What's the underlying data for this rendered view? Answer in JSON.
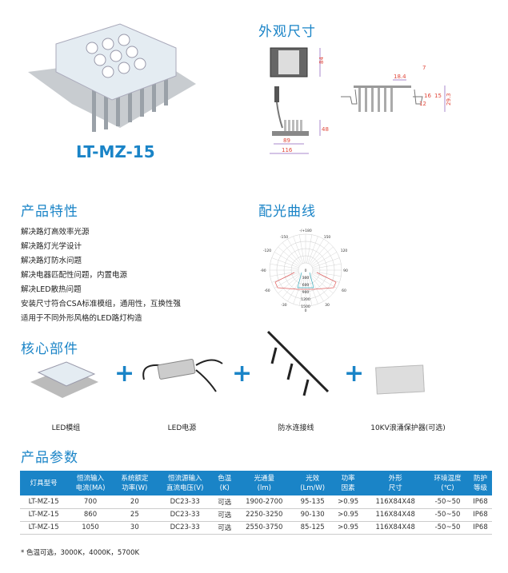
{
  "product": {
    "model_title": "LT-MZ-15"
  },
  "sections": {
    "dimensions": "外观尺寸",
    "features": "产品特性",
    "light_curve": "配光曲线",
    "core_parts": "核心部件",
    "params": "产品参数"
  },
  "dimensions": {
    "top_height": "84",
    "side_height": "48",
    "inner_width": "89",
    "outer_width": "116",
    "d_18_4": "18.4",
    "d_7": "7",
    "d_16": "16",
    "d_15": "15",
    "d_29_3": "29.3",
    "d_12": "12"
  },
  "features": [
    "解决路灯高效率光源",
    "解决路灯光学设计",
    "解决路灯防水问题",
    "解决电器匹配性问题，内置电源",
    "解决LED散热问题",
    "安装尺寸符合CSA标准模组，通用性，互换性强",
    "适用于不同外形风格的LED路灯构造"
  ],
  "polar": {
    "angles": [
      "-/+180",
      "-150",
      "150",
      "-120",
      "120",
      "-90",
      "90",
      "-60",
      "60",
      "-30",
      "30",
      "0"
    ],
    "radii": [
      "0",
      "300",
      "600",
      "900",
      "1200",
      "1500"
    ]
  },
  "components": [
    {
      "label": "LED模组"
    },
    {
      "label": "LED电源"
    },
    {
      "label": "防水连接线"
    },
    {
      "label": "10KV浪涌保护器(可选)"
    }
  ],
  "plus": "+",
  "table": {
    "headers": [
      [
        "灯具型号",
        ""
      ],
      [
        "恒流输入",
        "电流(MA)"
      ],
      [
        "系统额定",
        "功率(W)"
      ],
      [
        "恒流源输入",
        "直流电压(V)"
      ],
      [
        "色温",
        "(K)"
      ],
      [
        "光通量",
        "(lm)"
      ],
      [
        "光效",
        "(Lm/W)"
      ],
      [
        "功率",
        "因素"
      ],
      [
        "外形",
        "尺寸"
      ],
      [
        "环境温度",
        "(℃)"
      ],
      [
        "防护",
        "等级"
      ]
    ],
    "rows": [
      [
        "LT-MZ-15",
        "700",
        "20",
        "DC23-33",
        "可选",
        "1900-2700",
        "95-135",
        ">0.95",
        "116X84X48",
        "-50~50",
        "IP68"
      ],
      [
        "LT-MZ-15",
        "860",
        "25",
        "DC23-33",
        "可选",
        "2250-3250",
        "90-130",
        ">0.95",
        "116X84X48",
        "-50~50",
        "IP68"
      ],
      [
        "LT-MZ-15",
        "1050",
        "30",
        "DC23-33",
        "可选",
        "2550-3750",
        "85-125",
        ">0.95",
        "116X84X48",
        "-50~50",
        "IP68"
      ]
    ]
  },
  "note": "* 色温可选，3000K，4000K，5700K",
  "colors": {
    "accent": "#1a84c7",
    "dim": "#e0473a"
  }
}
